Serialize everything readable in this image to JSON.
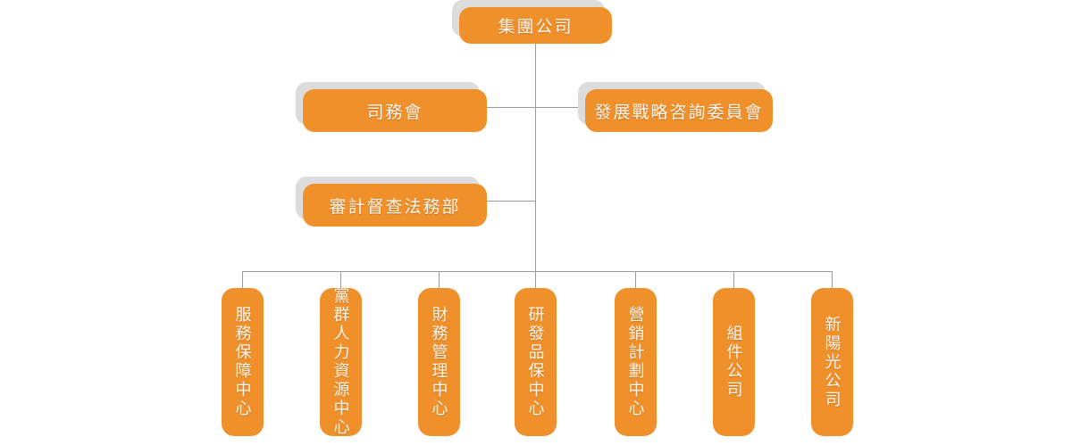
{
  "chart": {
    "type": "org-chart",
    "title": "",
    "accent_color": "#F0902B",
    "shadow_color": "#DCDCDC",
    "line_color": "#9A9A9A",
    "text_color": "#FDF6EF",
    "background": "#FFFFFF"
  },
  "root": {
    "label": "集團公司"
  },
  "staff": [
    {
      "label": "司務會",
      "side": "left"
    },
    {
      "label": "發展戰略咨詢委員會",
      "side": "right"
    },
    {
      "label": "審計督查法務部",
      "side": "left"
    }
  ],
  "departments": [
    {
      "label": "服務保障中心"
    },
    {
      "label": "黨群人力資源中心"
    },
    {
      "label": "財務管理中心"
    },
    {
      "label": "研發品保中心"
    },
    {
      "label": "營銷計劃中心"
    },
    {
      "label": "組件公司"
    },
    {
      "label": "新陽光公司"
    }
  ]
}
